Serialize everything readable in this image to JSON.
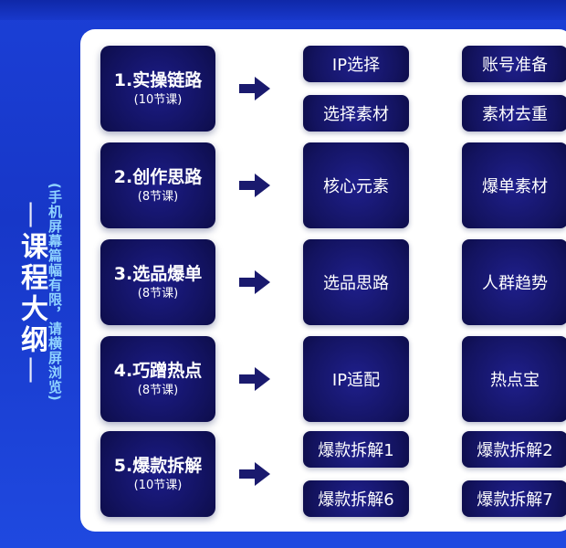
{
  "sidebar": {
    "title": "课程大纲",
    "note": "(手机屏幕篇幅有限，请横屏浏览)"
  },
  "modules": [
    {
      "title": "1.实操链路",
      "lessons": "(10节课)",
      "tags": [
        "IP选择",
        "账号准备",
        "选择素材",
        "素材去重"
      ]
    },
    {
      "title": "2.创作思路",
      "lessons": "(8节课)",
      "tags": [
        "核心元素",
        "爆单素材"
      ]
    },
    {
      "title": "3.选品爆单",
      "lessons": "(8节课)",
      "tags": [
        "选品思路",
        "人群趋势"
      ]
    },
    {
      "title": "4.巧蹭热点",
      "lessons": "(8节课)",
      "tags": [
        "IP适配",
        "热点宝"
      ]
    },
    {
      "title": "5.爆款拆解",
      "lessons": "(10节课)",
      "tags": [
        "爆款拆解1",
        "爆款拆解2",
        "爆款拆解6",
        "爆款拆解7"
      ]
    }
  ],
  "colors": {
    "background": "#1b3fd6",
    "panel": "#ffffff",
    "box": "#12125e",
    "note": "#8fd3ff",
    "arrow": "#1a1a6e"
  },
  "icons": {
    "arrow": "right-arrow-icon"
  }
}
